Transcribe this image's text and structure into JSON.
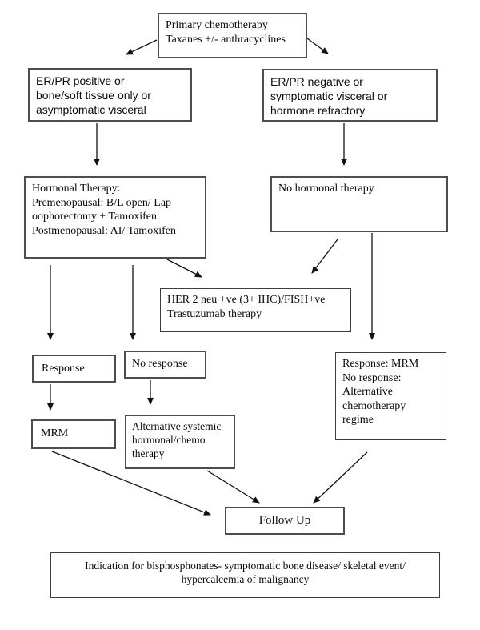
{
  "colors": {
    "background": "#ffffff",
    "box_border": "#4d4d4d",
    "text": "#0a0a0a",
    "arrow": "#111111"
  },
  "nodes": {
    "primary_chemo": {
      "text": "Primary chemotherapy\nTaxanes +/- anthracyclines"
    },
    "erpr_positive": {
      "text": "ER/PR positive or\nbone/soft tissue only or\nasymptomatic visceral"
    },
    "erpr_negative": {
      "text": "ER/PR negative or\nsymptomatic visceral or\nhormone refractory"
    },
    "hormonal_therapy": {
      "text": "Hormonal Therapy:\nPremenopausal: B/L open/ Lap\noophorectomy + Tamoxifen\nPostmenopausal: AI/ Tamoxifen"
    },
    "no_hormonal_therapy": {
      "text": "No hormonal therapy"
    },
    "her2": {
      "text": "HER 2 neu +ve (3+ IHC)/FISH+ve\nTrastuzumab therapy"
    },
    "response": {
      "text": "Response"
    },
    "no_response": {
      "text": "No response"
    },
    "response_mrm": {
      "text": "Response: MRM\nNo response:\nAlternative\nchemotherapy\nregime"
    },
    "mrm": {
      "text": "MRM"
    },
    "alt_systemic": {
      "text": "Alternative systemic\nhormonal/chemo\ntherapy"
    },
    "follow_up": {
      "text": "Follow Up"
    },
    "bisphosphonates": {
      "text": "Indication for bisphosphonates- symptomatic bone disease/ skeletal event/\nhypercalcemia of malignancy"
    }
  }
}
